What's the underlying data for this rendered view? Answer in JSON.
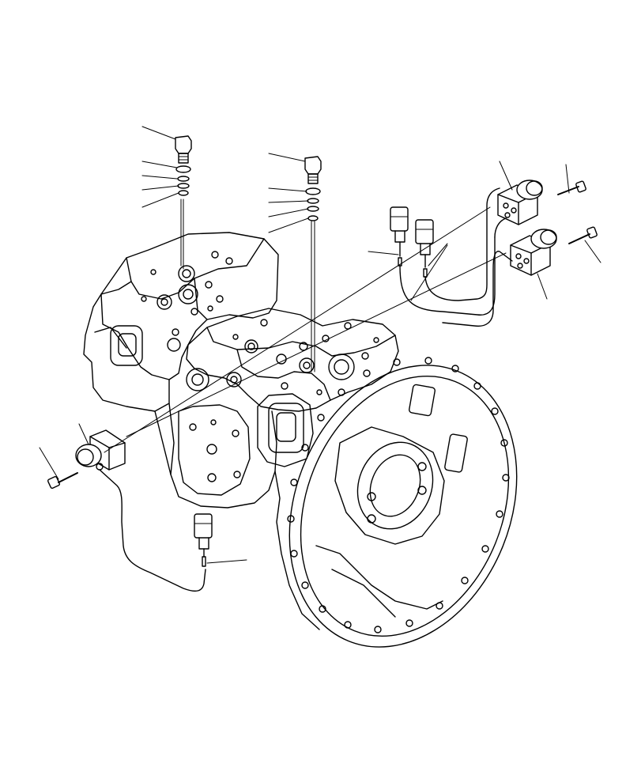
{
  "figure": {
    "background": "#ffffff",
    "line_color": "#000000"
  },
  "parts": [
    {
      "name": "main-pump-assembly"
    },
    {
      "name": "pump-flange"
    },
    {
      "name": "plug-bolt-left"
    },
    {
      "name": "plug-bolt-right"
    },
    {
      "name": "solenoid-valve-upper"
    },
    {
      "name": "solenoid-valve-lower"
    },
    {
      "name": "pressure-sensor"
    },
    {
      "name": "wire-connector-left"
    },
    {
      "name": "wire-connector-right"
    },
    {
      "name": "wire-connector-sensor"
    },
    {
      "name": "mounting-bolt-upper"
    },
    {
      "name": "mounting-bolt-lower"
    },
    {
      "name": "sensor-mounting-bolt"
    }
  ]
}
